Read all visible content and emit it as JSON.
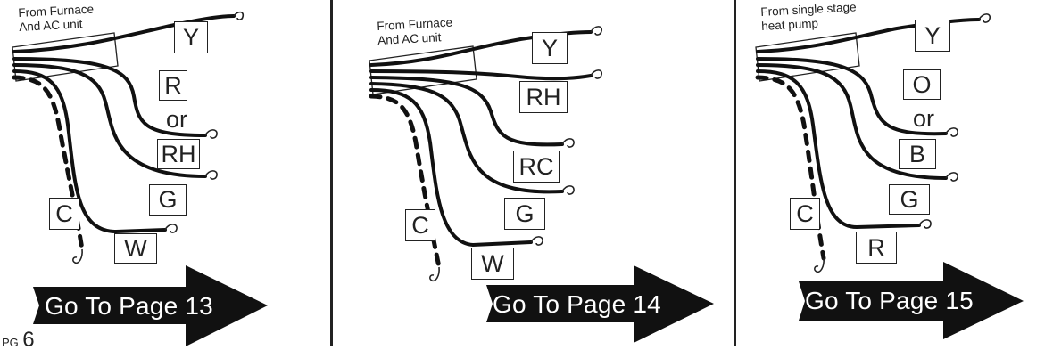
{
  "page_number": {
    "prefix": "PG",
    "number": "6"
  },
  "panels": [
    {
      "source": {
        "line1": "From Furnace",
        "line2": "And AC unit"
      },
      "labels": {
        "y": "Y",
        "r": "R",
        "or": "or",
        "rh": "RH",
        "g": "G",
        "c": "C",
        "w": "W"
      },
      "arrow": "Go To Page 13"
    },
    {
      "source": {
        "line1": "From Furnace",
        "line2": "And AC unit"
      },
      "labels": {
        "y": "Y",
        "rh": "RH",
        "rc": "RC",
        "g": "G",
        "c": "C",
        "w": "W"
      },
      "arrow": "Go To Page 14"
    },
    {
      "source": {
        "line1": "From single stage",
        "line2": "heat pump"
      },
      "labels": {
        "y": "Y",
        "o": "O",
        "or": "or",
        "b": "B",
        "g": "G",
        "c": "C",
        "r": "R"
      },
      "arrow": "Go To Page 15"
    }
  ]
}
